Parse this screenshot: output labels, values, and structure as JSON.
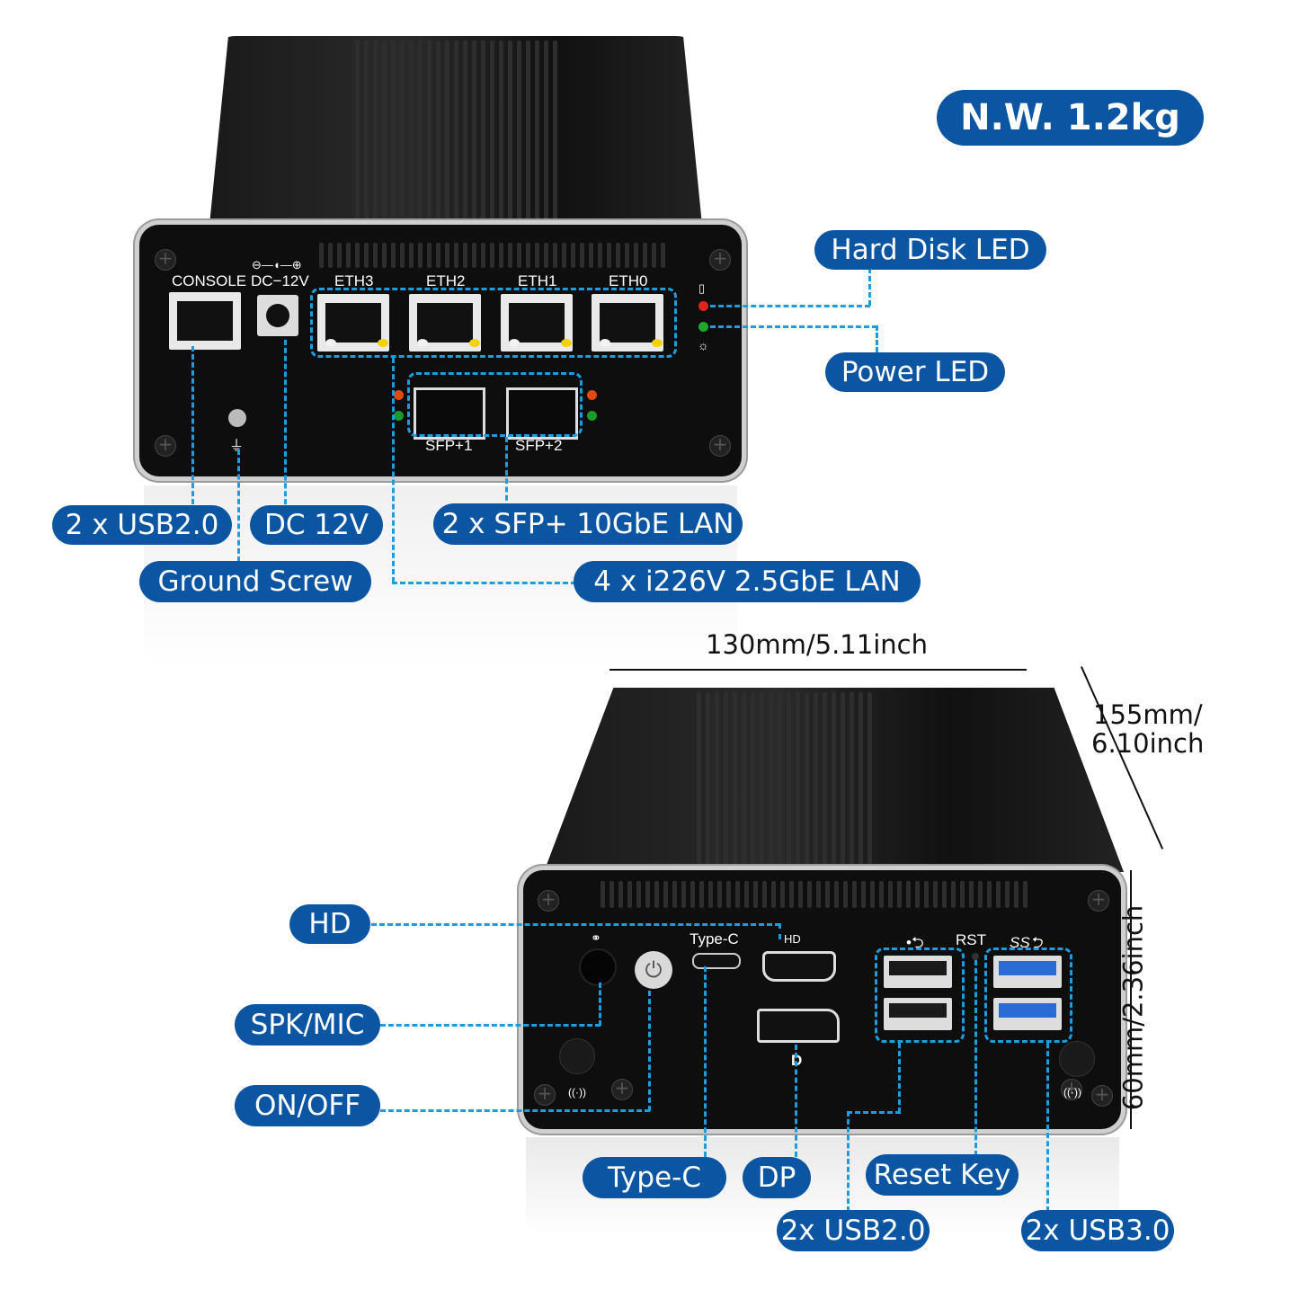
{
  "weight_badge": "N.W. 1.2kg",
  "colors": {
    "badge": "#0b55a3",
    "callout_line": "#1d9ce0",
    "chassis": "#0e0e0e"
  },
  "front_panel": {
    "port_labels": {
      "console": "CONSOLE",
      "dc": "DC−12V",
      "dc_polarity": "⊖—◖—⊕",
      "eth": [
        "ETH3",
        "ETH2",
        "ETH1",
        "ETH0"
      ],
      "sfp": [
        "SFP+1",
        "SFP+2"
      ]
    },
    "callouts": {
      "hard_disk_led": "Hard Disk LED",
      "power_led": "Power LED",
      "usb2": "2 x USB2.0",
      "dc": "DC 12V",
      "sfp": "2 x SFP+ 10GbE LAN",
      "ground": "Ground Screw",
      "lan": "4 x i226V 2.5GbE LAN"
    }
  },
  "rear_panel": {
    "port_labels": {
      "typec": "Type-C",
      "rst": "RST",
      "usb_symbol": "•⮌",
      "ss_symbol": "SS⮌",
      "dp_symbol": "D"
    },
    "callouts": {
      "hd": "HD",
      "spk_mic": "SPK/MIC",
      "on_off": "ON/OFF",
      "typec": "Type-C",
      "dp": "DP",
      "reset": "Reset Key",
      "usb2": "2x USB2.0",
      "usb3": "2x USB3.0"
    }
  },
  "dimensions": {
    "width": "130mm/5.11inch",
    "depth_line1": "155mm/",
    "depth_line2": "6.10inch",
    "height": "60mm/2.36inch"
  }
}
